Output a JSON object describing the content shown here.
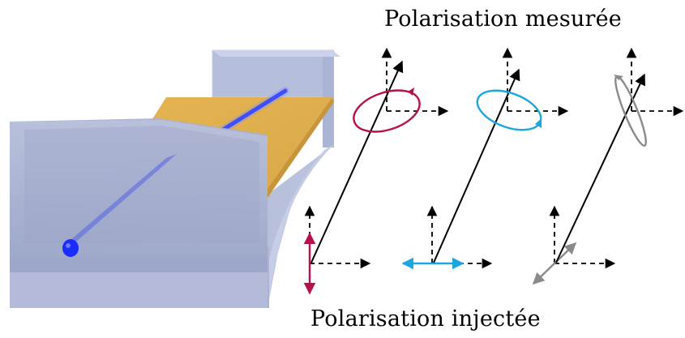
{
  "labels": {
    "measured": "Polarisation mesurée",
    "injected": "Polarisation injectée"
  },
  "colors": {
    "panel1": "#b8104e",
    "panel2": "#1aa7dd",
    "panel3": "#8a8a8a",
    "arrow": "#000000",
    "waveguide_core": "#1a2cff",
    "gold_film": "#e3b252",
    "glass": "#a9b4d4"
  },
  "panels": [
    {
      "id": "vertical",
      "injected": "vertical",
      "measured": "elliptical-clockwise",
      "color_key": "panel1"
    },
    {
      "id": "horizontal",
      "injected": "horizontal",
      "measured": "elliptical-counterclockwise",
      "color_key": "panel2"
    },
    {
      "id": "diagonal",
      "injected": "diagonal",
      "measured": "elliptical-narrow",
      "color_key": "panel3"
    }
  ]
}
